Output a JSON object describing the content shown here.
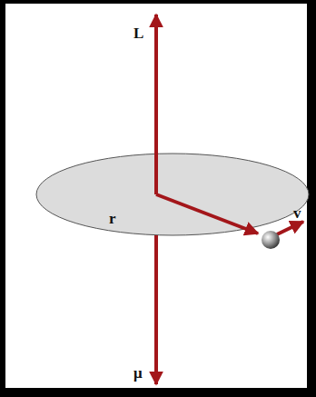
{
  "diagram": {
    "labels": [
      "L",
      "r",
      "v",
      "μ"
    ]
  }
}
